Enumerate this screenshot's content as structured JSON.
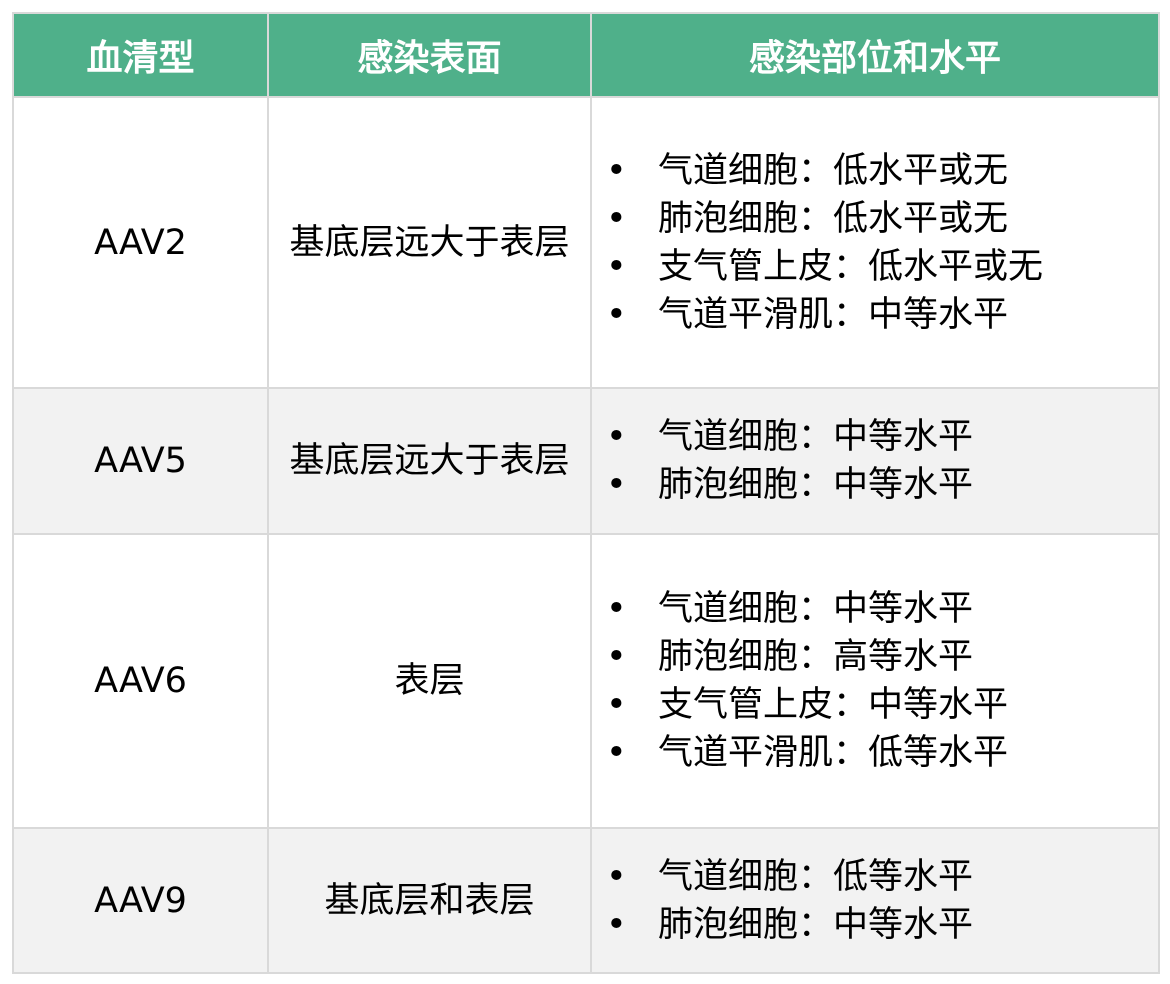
{
  "headers": [
    "血清型",
    "感染表面",
    "感染部位和水平"
  ],
  "rows": [
    {
      "serotype": "AAV2",
      "surface": "基底层远大于表层",
      "sites": [
        "气道细胞：低水平或无",
        "肺泡细胞：低水平或无",
        "支气管上皮：低水平或无",
        "气道平滑肌：中等水平"
      ]
    },
    {
      "serotype": "AAV5",
      "surface": "基底层远大于表层",
      "sites": [
        "气道细胞：中等水平",
        "肺泡细胞：中等水平"
      ]
    },
    {
      "serotype": "AAV6",
      "surface": "表层",
      "sites": [
        "气道细胞：中等水平",
        "肺泡细胞：高等水平",
        "支气管上皮：中等水平",
        "气道平滑肌：低等水平"
      ]
    },
    {
      "serotype": "AAV9",
      "surface": "基底层和表层",
      "sites": [
        "气道细胞：低等水平",
        "肺泡细胞：中等水平"
      ]
    }
  ],
  "bullet": "•",
  "colors": {
    "header_bg": "#4fb08a",
    "alt_row_bg": "#f2f2f2",
    "border": "#d9d9d9"
  }
}
